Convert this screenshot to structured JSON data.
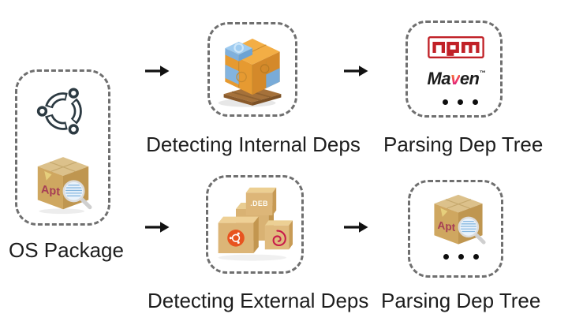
{
  "nodes": {
    "os_package": {
      "label": "OS Package"
    },
    "internal_deps": {
      "label": "Detecting Internal Deps"
    },
    "parsing_top": {
      "label": "Parsing Dep Tree"
    },
    "external_deps": {
      "label": "Detecting External Deps"
    },
    "parsing_bottom": {
      "label": "Parsing Dep Tree"
    }
  },
  "logos": {
    "npm": "npm",
    "maven_pre": "Ma",
    "maven_v": "v",
    "maven_post": "en",
    "maven_tm": "™",
    "apt": "Apt",
    "deb": ".DEB"
  },
  "glyphs": {
    "arrow": "→",
    "ellipsis": "…"
  },
  "icons": {
    "ubuntu_logo": "ubuntu-circle-of-friends-outline",
    "apt_package": "carton-box-with-magnifier",
    "internal_boxes": "isometric-stacked-packages-on-pallet",
    "external_boxes": "cardboard-deb-boxes-ubuntu-debian"
  },
  "colors": {
    "background": "#ffffff",
    "dashed_border": "#6f6f6f",
    "label_text": "#1d1d1d",
    "arrow": "#111111",
    "npm_red": "#c12127",
    "maven_black": "#1c1c1c",
    "maven_v_top": "#f7941e",
    "maven_v_bottom": "#ee2d71",
    "ubuntu_orange": "#e8531f",
    "debian_red": "#c81a4a",
    "carton_tan": "#d9b273",
    "apt_maroon": "#a63d55",
    "box_orange": "#eda63d",
    "box_blue": "#85b8e2"
  }
}
